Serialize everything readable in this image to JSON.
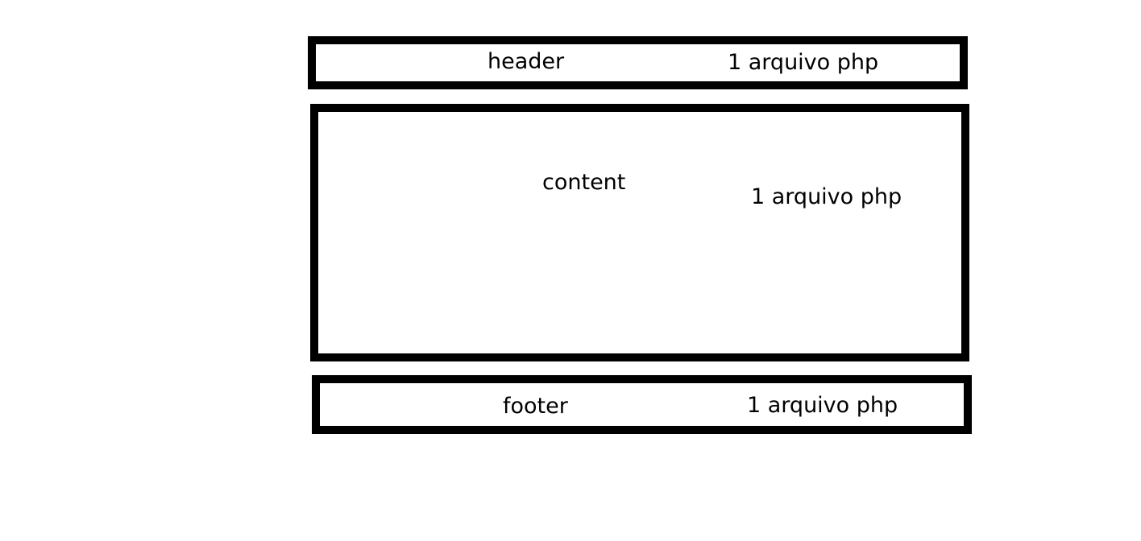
{
  "sections": {
    "header": {
      "label": "header",
      "note": "1 arquivo php"
    },
    "content": {
      "label": "content",
      "note": "1 arquivo php"
    },
    "footer": {
      "label": "footer",
      "note": "1 arquivo php"
    }
  },
  "colors": {
    "stroke": "#000000",
    "background": "#ffffff"
  }
}
